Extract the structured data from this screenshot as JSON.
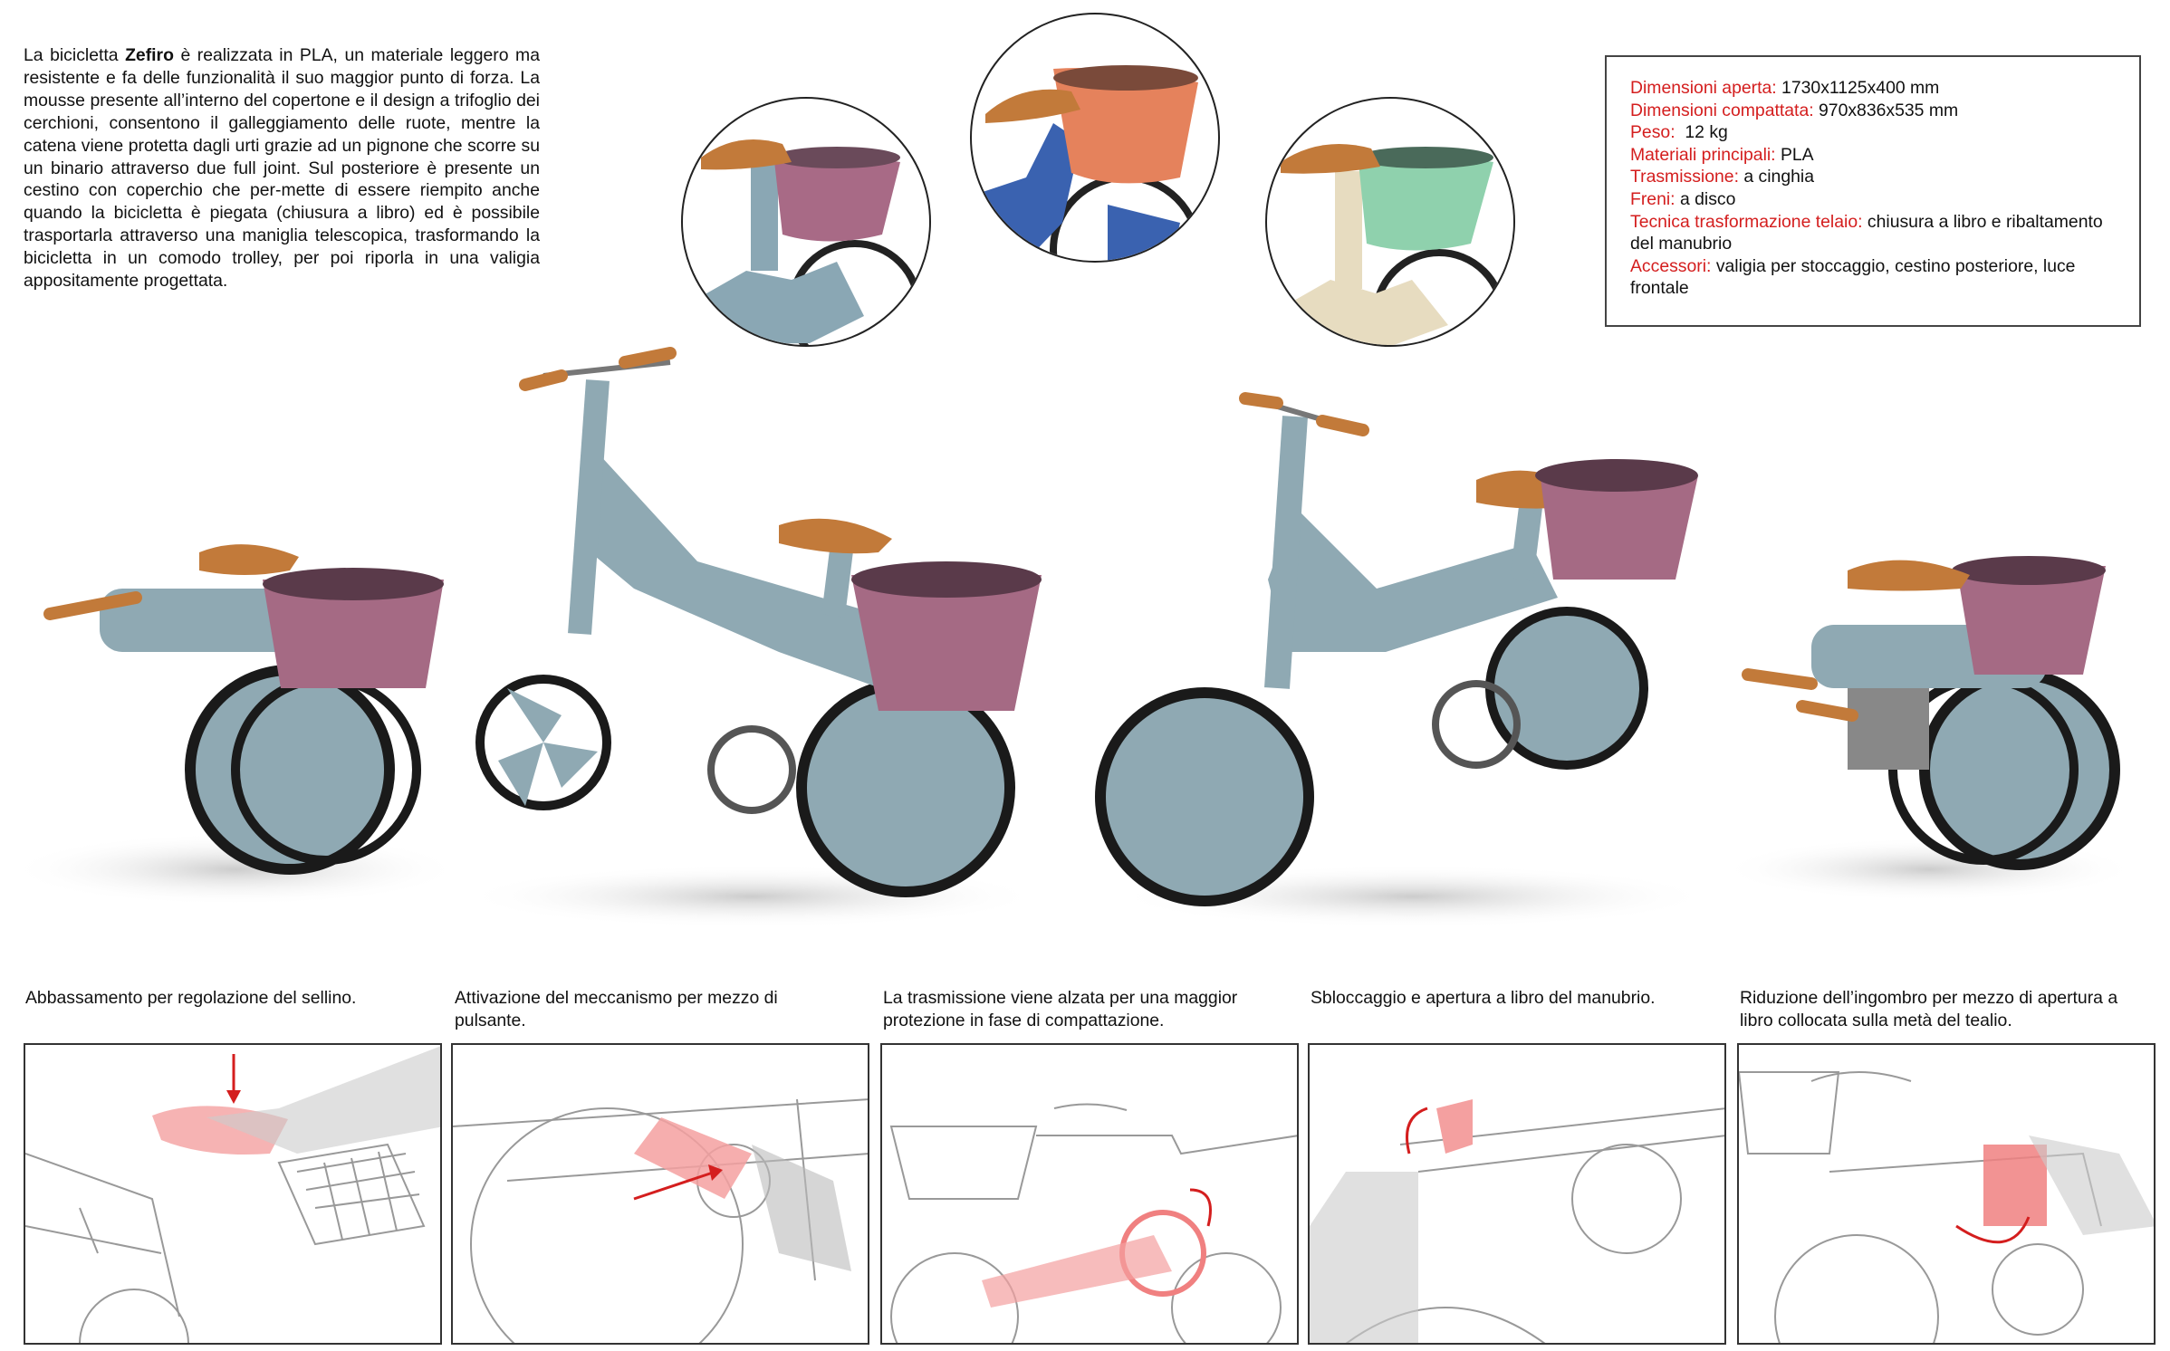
{
  "intro": {
    "pre": "La bicicletta ",
    "brand": "Zefiro",
    "text": " è realizzata in PLA, un materiale leggero ma resistente e fa delle funzionalità il suo maggior punto di forza. La mousse presente all’interno del copertone e il design a trifoglio dei cerchioni, consentono il galleggiamento delle ruote, mentre la catena viene protetta dagli urti grazie ad un pignone che scorre su un binario attraverso due full joint. Sul posteriore è presente un cestino con coperchio che per-mette di essere riempito anche quando la bicicletta è piegata (chiusura a libro) ed è possibile trasportarla attraverso una maniglia telescopica, trasformando la bicicletta in un comodo trolley, per poi riporla in una valigia appositamente progettata."
  },
  "specs": [
    {
      "key": "Dimensioni aperta:",
      "value": " 1730x1125x400 mm"
    },
    {
      "key": "Dimensioni compattata:",
      "value": " 970x836x535 mm"
    },
    {
      "key": "Peso:",
      "value": "  12 kg"
    },
    {
      "key": "Materiali principali:",
      "value": " PLA"
    },
    {
      "key": "Trasmissione:",
      "value": " a cinghia"
    },
    {
      "key": "Freni:",
      "value": " a disco"
    },
    {
      "key": "Tecnica trasformazione telaio:",
      "value": " chiusura a libro e ribaltamento del manubrio"
    },
    {
      "key": "Accessori:",
      "value": " valigia per stoccaggio, cestino posteriore, luce frontale"
    }
  ],
  "variants": [
    {
      "frame": "#8aa7b4",
      "basket": "#a86a86"
    },
    {
      "frame": "#3a62b0",
      "basket": "#e5825c"
    },
    {
      "frame": "#e7dcc0",
      "basket": "#8fd1ad"
    }
  ],
  "colors": {
    "frame": "#8fa9b3",
    "basket": "#a56a84",
    "saddle": "#c27a3a",
    "accent": "#d41e1e",
    "highlight": "#f4a0a0"
  },
  "steps": [
    "Abbassamento per regolazione del sellino.",
    "Attivazione del meccanismo per mezzo di pulsante.",
    "La trasmissione viene alzata per una maggior protezione in fase di compattazione.",
    "Sbloccaggio e apertura a libro del manubrio.",
    "Riduzione dell’ingombro per mezzo di apertura a libro collocata sulla metà del tealio."
  ]
}
